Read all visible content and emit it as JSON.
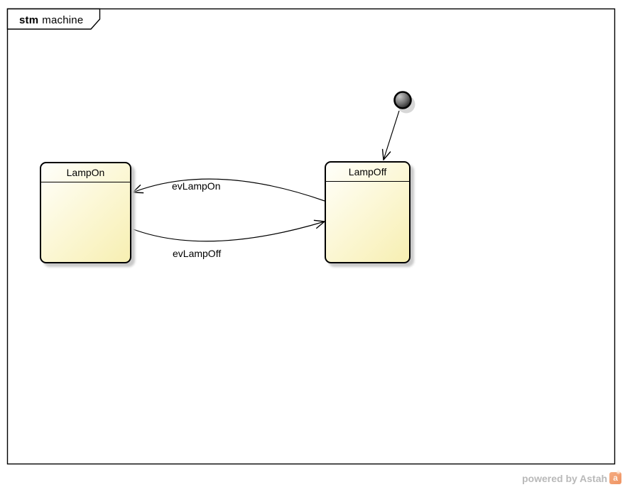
{
  "frame": {
    "keyword": "stm",
    "name": "machine"
  },
  "diagram": {
    "type": "uml-state-machine-diagram",
    "states": [
      {
        "label": "LampOn"
      },
      {
        "label": "LampOff"
      }
    ],
    "pseudostates": [
      {
        "kind": "initial"
      }
    ],
    "transitions": [
      {
        "from": "initial",
        "to": "LampOff",
        "label": ""
      },
      {
        "from": "LampOff",
        "to": "LampOn",
        "label": "evLampOn"
      },
      {
        "from": "LampOn",
        "to": "LampOff",
        "label": "evLampOff"
      }
    ]
  },
  "footer": {
    "credit": "powered by Astah",
    "logo_letter": "a"
  },
  "colors": {
    "state_fill_light": "#fffffb",
    "state_fill_dark": "#f7efb2",
    "state_border": "#000000",
    "frame_border": "#000000",
    "shadow": "#c9c9c9",
    "footer_text": "#b9b9b9",
    "logo_orange": "#ef9463"
  }
}
